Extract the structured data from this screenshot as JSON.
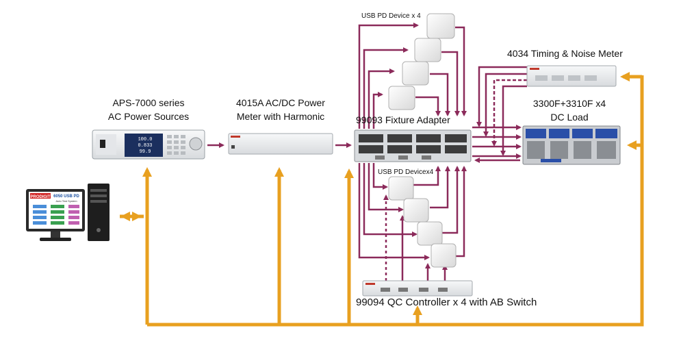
{
  "labels": {
    "aps_line1": "APS-7000 series",
    "aps_line2": "AC Power Sources",
    "meter_line1": "4015A AC/DC Power",
    "meter_line2": "Meter with Harmonic",
    "fixture": "99093 Fixture Adapter",
    "usb_top": "USB PD Device x 4",
    "usb_bottom": "USB PD Devicex4",
    "timing": "4034 Timing & Noise Meter",
    "load_line1": "3300F+3310F x4",
    "load_line2": "DC Load",
    "qc": "99094 QC Controller x 4 with AB Switch"
  },
  "monitor": {
    "logo": "PRODIGIT",
    "title": "6050 USB PD",
    "subtitle": "Auto Test System"
  },
  "aps_display": {
    "v1": "100.0",
    "v2": "0.833",
    "v3": "99.9"
  },
  "colors": {
    "bus": "#e8a020",
    "signal": "#8b2a5a",
    "device": "#f2f2f2",
    "panel": "#e9ecef"
  }
}
